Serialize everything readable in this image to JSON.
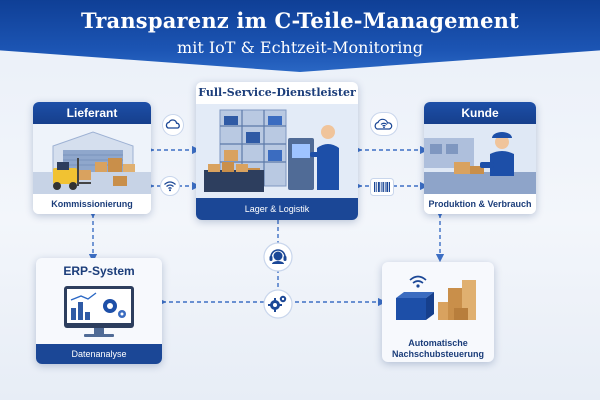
{
  "header": {
    "title_line1": "Transparenz im C-Teile-Management",
    "title_line2": "mit IoT & Echtzeit-Monitoring"
  },
  "nodes": {
    "supplier": {
      "title": "Lieferant",
      "subtitle": "Kommissionierung"
    },
    "service_provider": {
      "title": "Full-Service-Dienstleister",
      "subtitle": "Lager & Logistik"
    },
    "customer": {
      "title": "Kunde",
      "subtitle": "Produktion & Verbrauch"
    },
    "erp": {
      "title": "ERP-System",
      "subtitle": "Datenanalyse"
    },
    "replenishment": {
      "title_line1": "Automatische",
      "title_line2": "Nachschubsteuerung"
    }
  },
  "icons": {
    "cloud_left": "cloud-icon",
    "wifi_cloud_right": "wifi-cloud-icon",
    "wifi_left": "wifi-icon",
    "barcode_right": "barcode-icon",
    "support": "headset-icon",
    "settings": "gears-icon"
  },
  "colors": {
    "primary": "#1b4796",
    "accent": "#2a67c4",
    "connector": "#3d6fc4"
  }
}
